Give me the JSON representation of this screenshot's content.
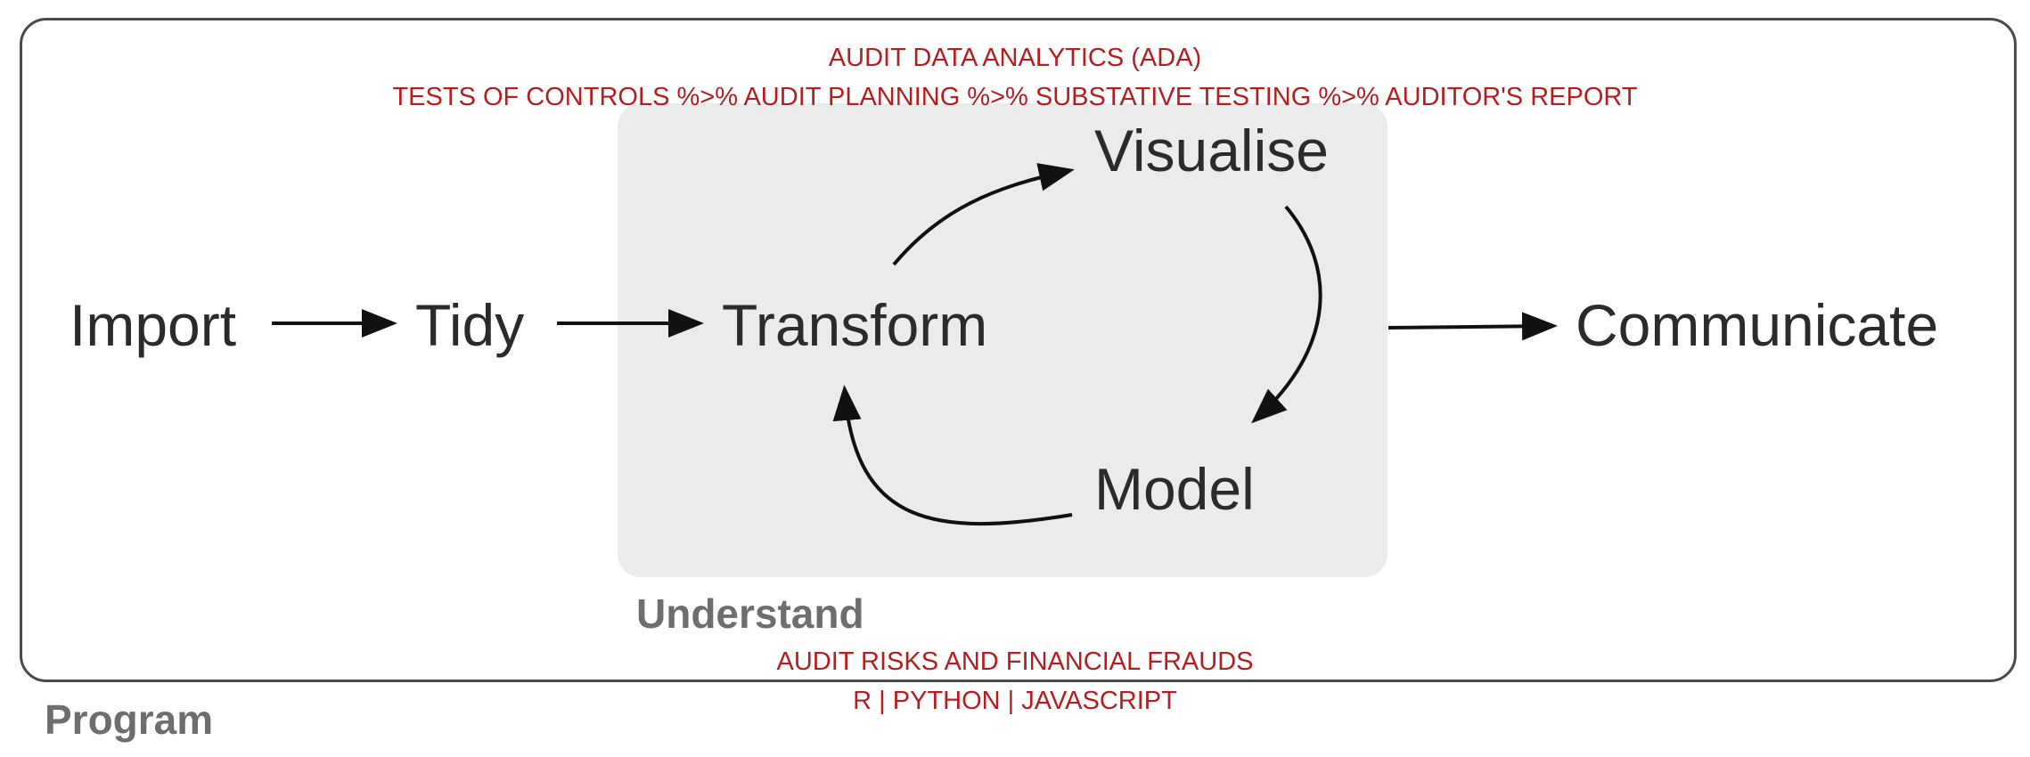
{
  "header": {
    "title": "AUDIT DATA ANALYTICS (ADA)",
    "pipeline": "TESTS OF CONTROLS %>% AUDIT PLANNING %>% SUBSTATIVE TESTING %>% AUDITOR'S REPORT"
  },
  "footer": {
    "risks": "AUDIT RISKS AND FINANCIAL FRAUDS",
    "languages": "R | PYTHON | JAVASCRIPT"
  },
  "nodes": {
    "import": "Import",
    "tidy": "Tidy",
    "transform": "Transform",
    "visualise": "Visualise",
    "model": "Model",
    "communicate": "Communicate"
  },
  "sections": {
    "understand": "Understand",
    "program": "Program"
  },
  "colors": {
    "annotation": "#b41e1e",
    "node_text": "#2b2b2b",
    "section_label": "#6e6e6e",
    "understand_fill": "#ebebeb",
    "frame": "#4a4a4a"
  }
}
